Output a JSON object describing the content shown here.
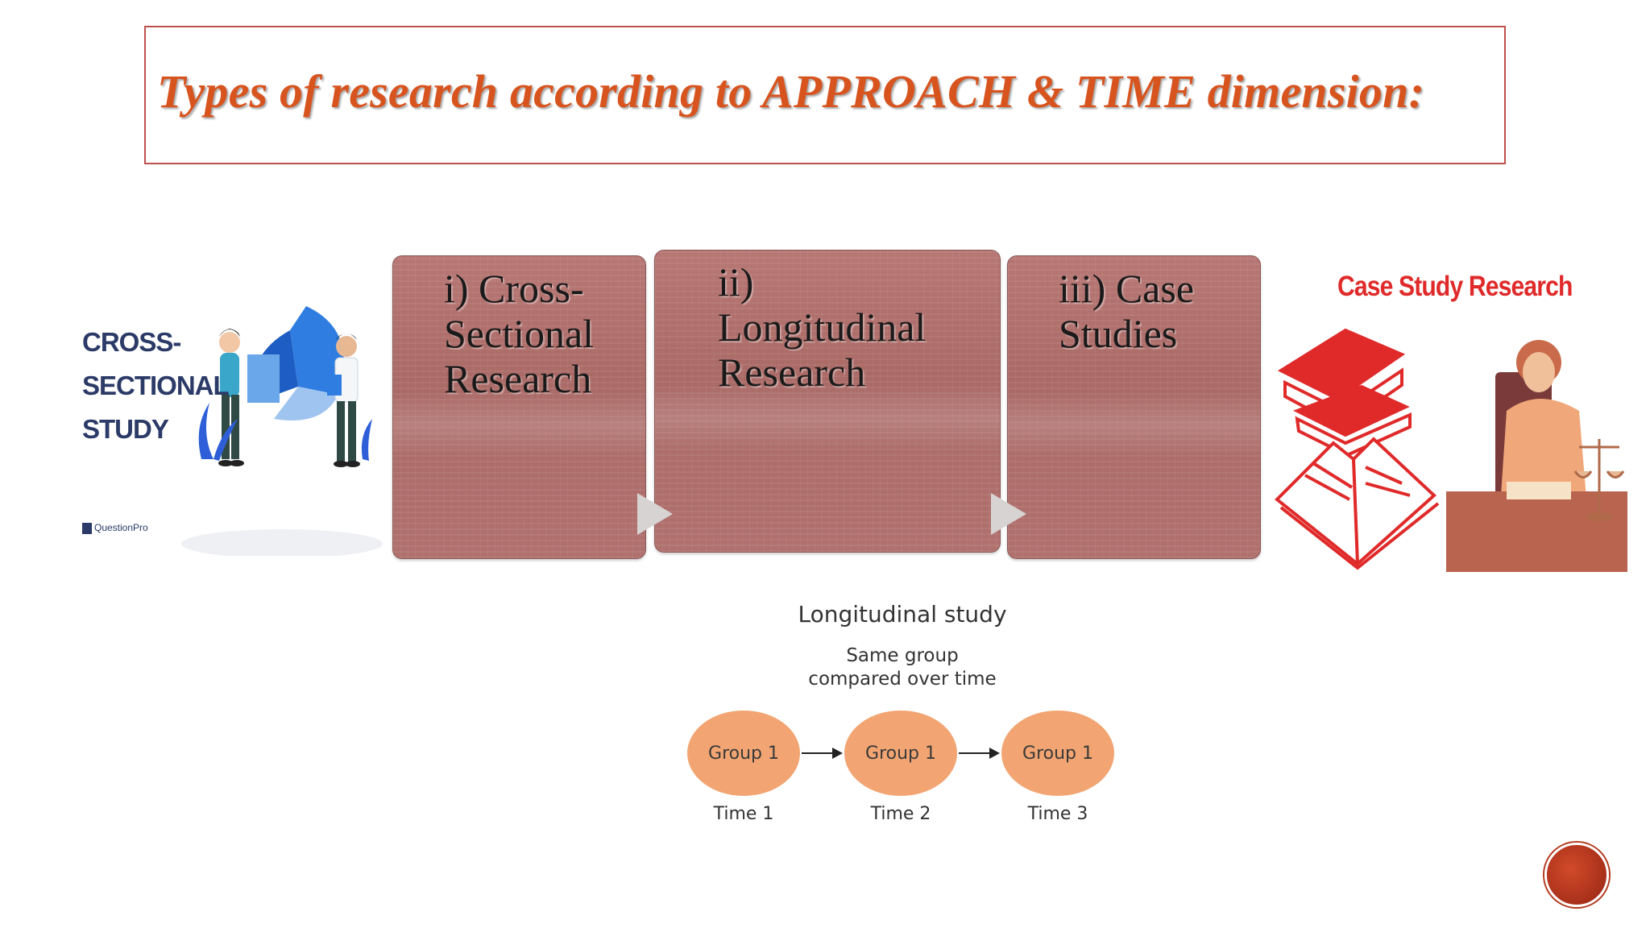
{
  "slide": {
    "title": "Types of research according to APPROACH & TIME dimension:"
  },
  "left_image": {
    "text_lines": [
      "CROSS-",
      "SECTIONAL",
      "STUDY"
    ],
    "logo_text": "QuestionPro"
  },
  "process": {
    "steps": [
      {
        "label": "i) Cross-\nSectional\nResearch"
      },
      {
        "label": "ii)\nLongitudinal\nResearch"
      },
      {
        "label": "iii) Case\nStudies"
      }
    ]
  },
  "right_image": {
    "title": "Case Study Research"
  },
  "longitudinal": {
    "title": "Longitudinal study",
    "subtitle": "Same group\ncompared over time",
    "nodes": [
      {
        "label": "Group 1",
        "time": "Time 1"
      },
      {
        "label": "Group 1",
        "time": "Time 2"
      },
      {
        "label": "Group 1",
        "time": "Time 3"
      }
    ]
  },
  "colors": {
    "title": "#d8541f",
    "card": "#b07470",
    "node": "#f2a572",
    "accent_red": "#e02a2a",
    "navy": "#2b3a67"
  }
}
